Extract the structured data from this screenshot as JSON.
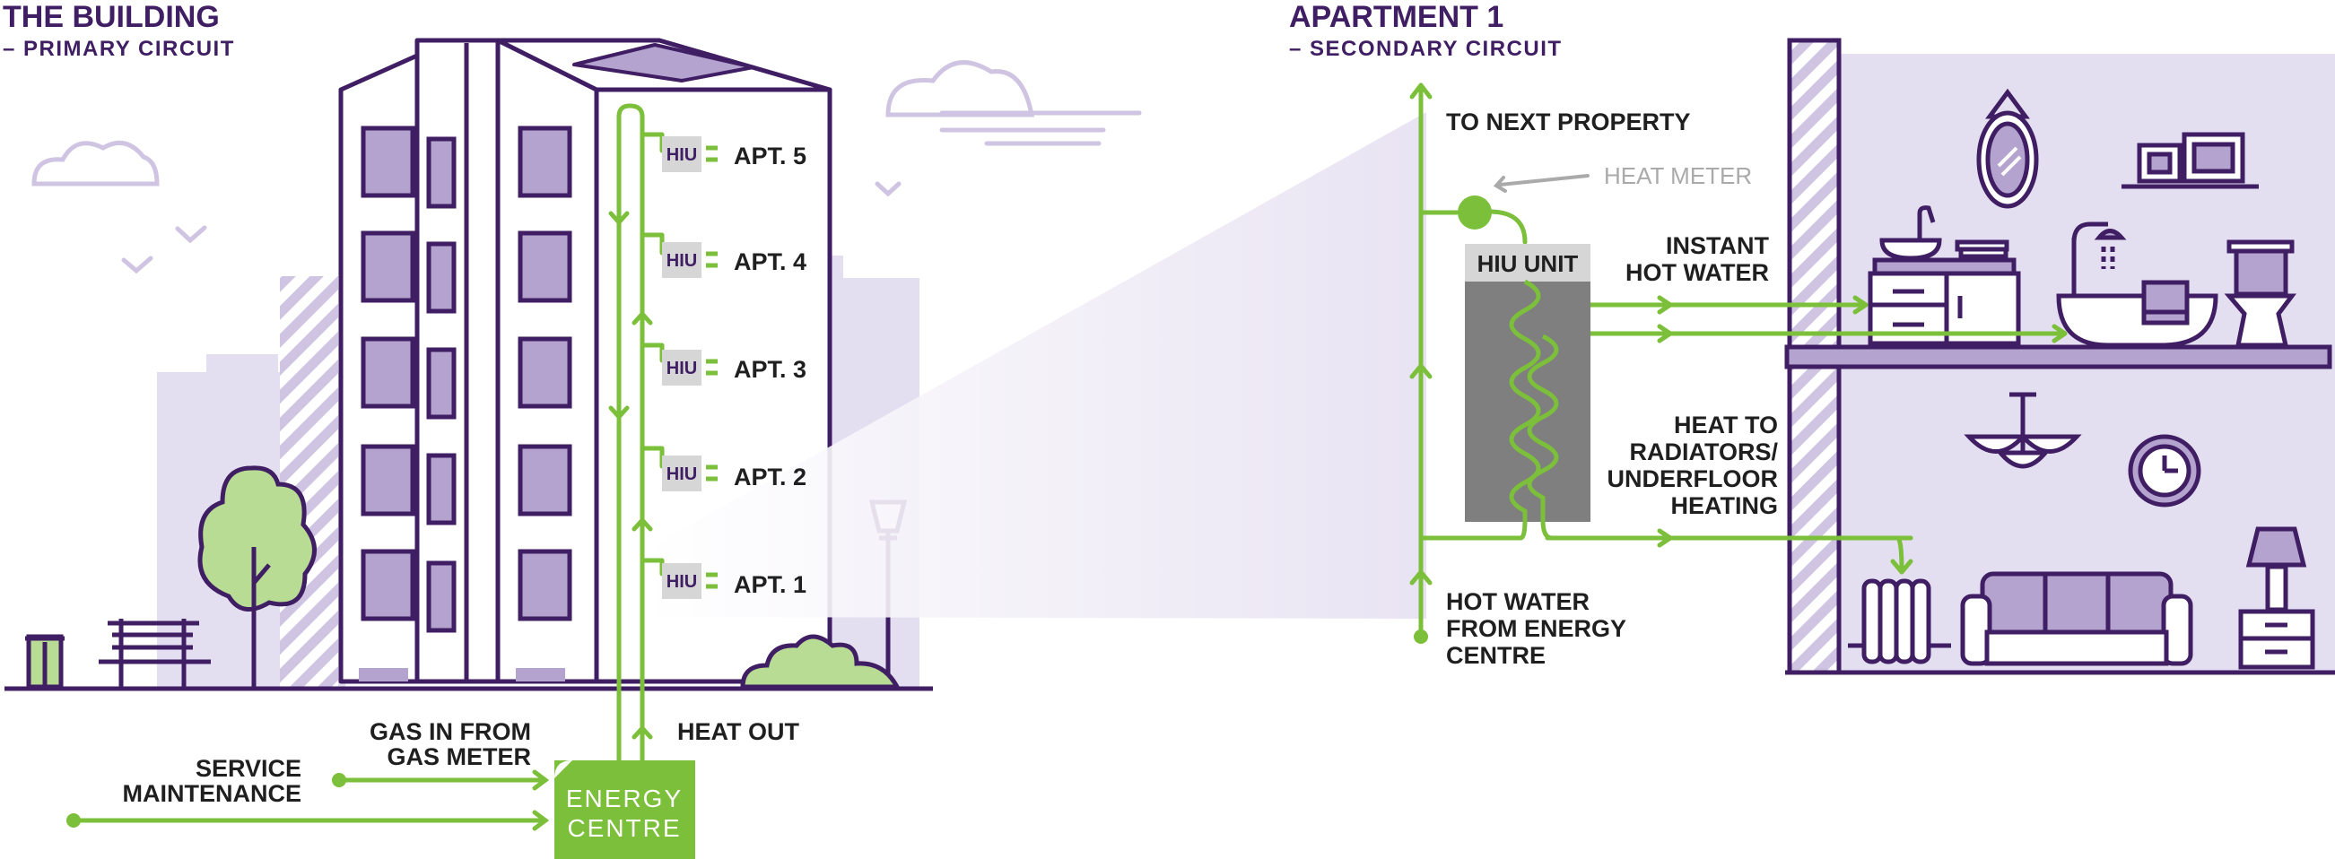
{
  "left": {
    "title": "THE BUILDING",
    "subtitle": "– PRIMARY CIRCUIT",
    "hiu_label": "HIU",
    "apartments": [
      "APT. 5",
      "APT. 4",
      "APT. 3",
      "APT. 2",
      "APT. 1"
    ],
    "gas_in": [
      "GAS IN FROM",
      "GAS METER"
    ],
    "heat_out": "HEAT OUT",
    "service": [
      "SERVICE",
      "MAINTENANCE"
    ],
    "energy_centre": [
      "ENERGY",
      "CENTRE"
    ]
  },
  "right": {
    "title": "APARTMENT 1",
    "subtitle": "– SECONDARY CIRCUIT",
    "to_next": "TO NEXT PROPERTY",
    "heat_meter": "HEAT METER",
    "hiu_unit": "HIU UNIT",
    "instant": [
      "INSTANT",
      "HOT WATER"
    ],
    "radiators": [
      "HEAT TO",
      "RADIATORS/",
      "UNDERFLOOR",
      "HEATING"
    ],
    "hot_water_from": [
      "HOT WATER",
      "FROM ENERGY",
      "CENTRE"
    ]
  },
  "colors": {
    "purple_dark": "#3f1e63",
    "purple_fill": "#b5a3cf",
    "purple_light": "#e4dff0",
    "green": "#7bbf3a",
    "green_light": "#b9dc95",
    "grey_dark": "#7f7f7f",
    "grey_light": "#d6d6d6"
  }
}
